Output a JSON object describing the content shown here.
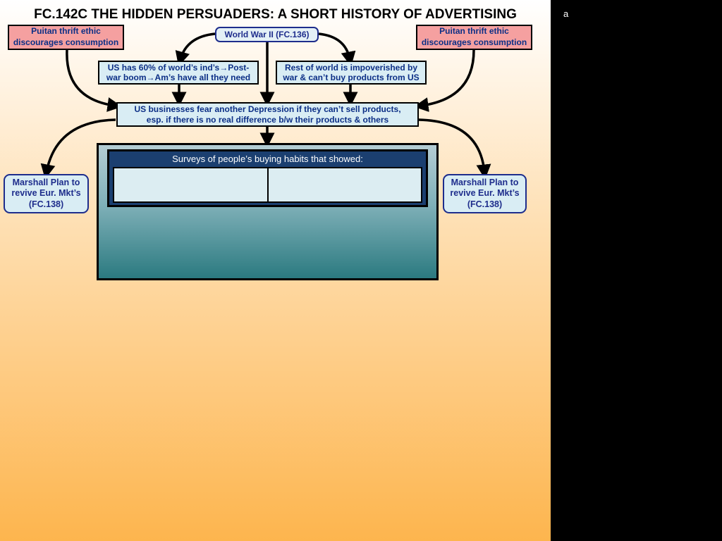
{
  "title": "FC.142C THE HIDDEN PERSUADERS: A SHORT HISTORY OF ADVERTISING",
  "side_note": "a",
  "nodes": {
    "puritan_left": [
      "Puitan thrift ethic",
      "discourages consumption"
    ],
    "puritan_right": [
      "Puitan thrift ethic",
      "discourages consumption"
    ],
    "ww2": "World War II  (FC.136)",
    "us_60": [
      "US has 60% of world’s ind’s→Post-",
      "war boom→Am’s have all they need"
    ],
    "rest_world": [
      "Rest of world is impoverished by",
      "war & can’t buy products from US"
    ],
    "fear_depression": [
      "US businesses fear another Depression if they can’t sell products,",
      "esp. if there is no real difference b/w their products & others"
    ],
    "marshall_left": [
      "Marshall Plan to",
      "revive Eur. Mkt’s",
      "(FC.138)"
    ],
    "marshall_right": [
      "Marshall Plan to",
      "revive Eur. Mkt’s",
      "(FC.138)"
    ]
  },
  "survey": {
    "title": "Surveys of people’s buying habits that showed:",
    "cells": [
      "",
      ""
    ]
  },
  "colors": {
    "pink_box": "#f5a0a0",
    "blue_box": "#d9edf4",
    "text_blue": "#0c2f86",
    "border_navy": "#1e2d8c",
    "survey_header": "#1b3f70",
    "survey_teal": "#2b7a80"
  }
}
